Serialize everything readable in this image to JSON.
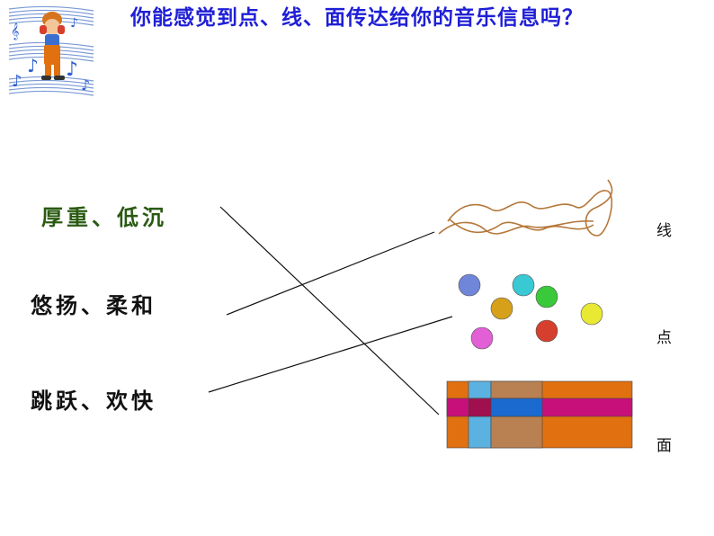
{
  "question": "你能感觉到点、线、面传达给你的音乐信息吗？",
  "left_labels": [
    "厚重、低沉",
    "悠扬、柔和",
    "跳跃、欢快"
  ],
  "right_labels": [
    "线",
    "点",
    "面"
  ],
  "colors": {
    "question": "#1f1fd6",
    "label_first": "#2a5a12",
    "label_other": "#111111",
    "wavy_line": "#b5773a",
    "dots": [
      "#6f86d9",
      "#39c9d4",
      "#d6a01a",
      "#39c93a",
      "#e9e934",
      "#e25fd6",
      "#d63f2d"
    ],
    "plane_orange": "#e07010",
    "plane_blue": "#5bb1df",
    "plane_brown": "#b98052",
    "plane_magenta": "#c8107a",
    "plane_crimson": "#a0104e",
    "plane_royal": "#1a6ad0"
  },
  "decorations": {
    "top_left_clipart": "boy-with-music-notes"
  }
}
